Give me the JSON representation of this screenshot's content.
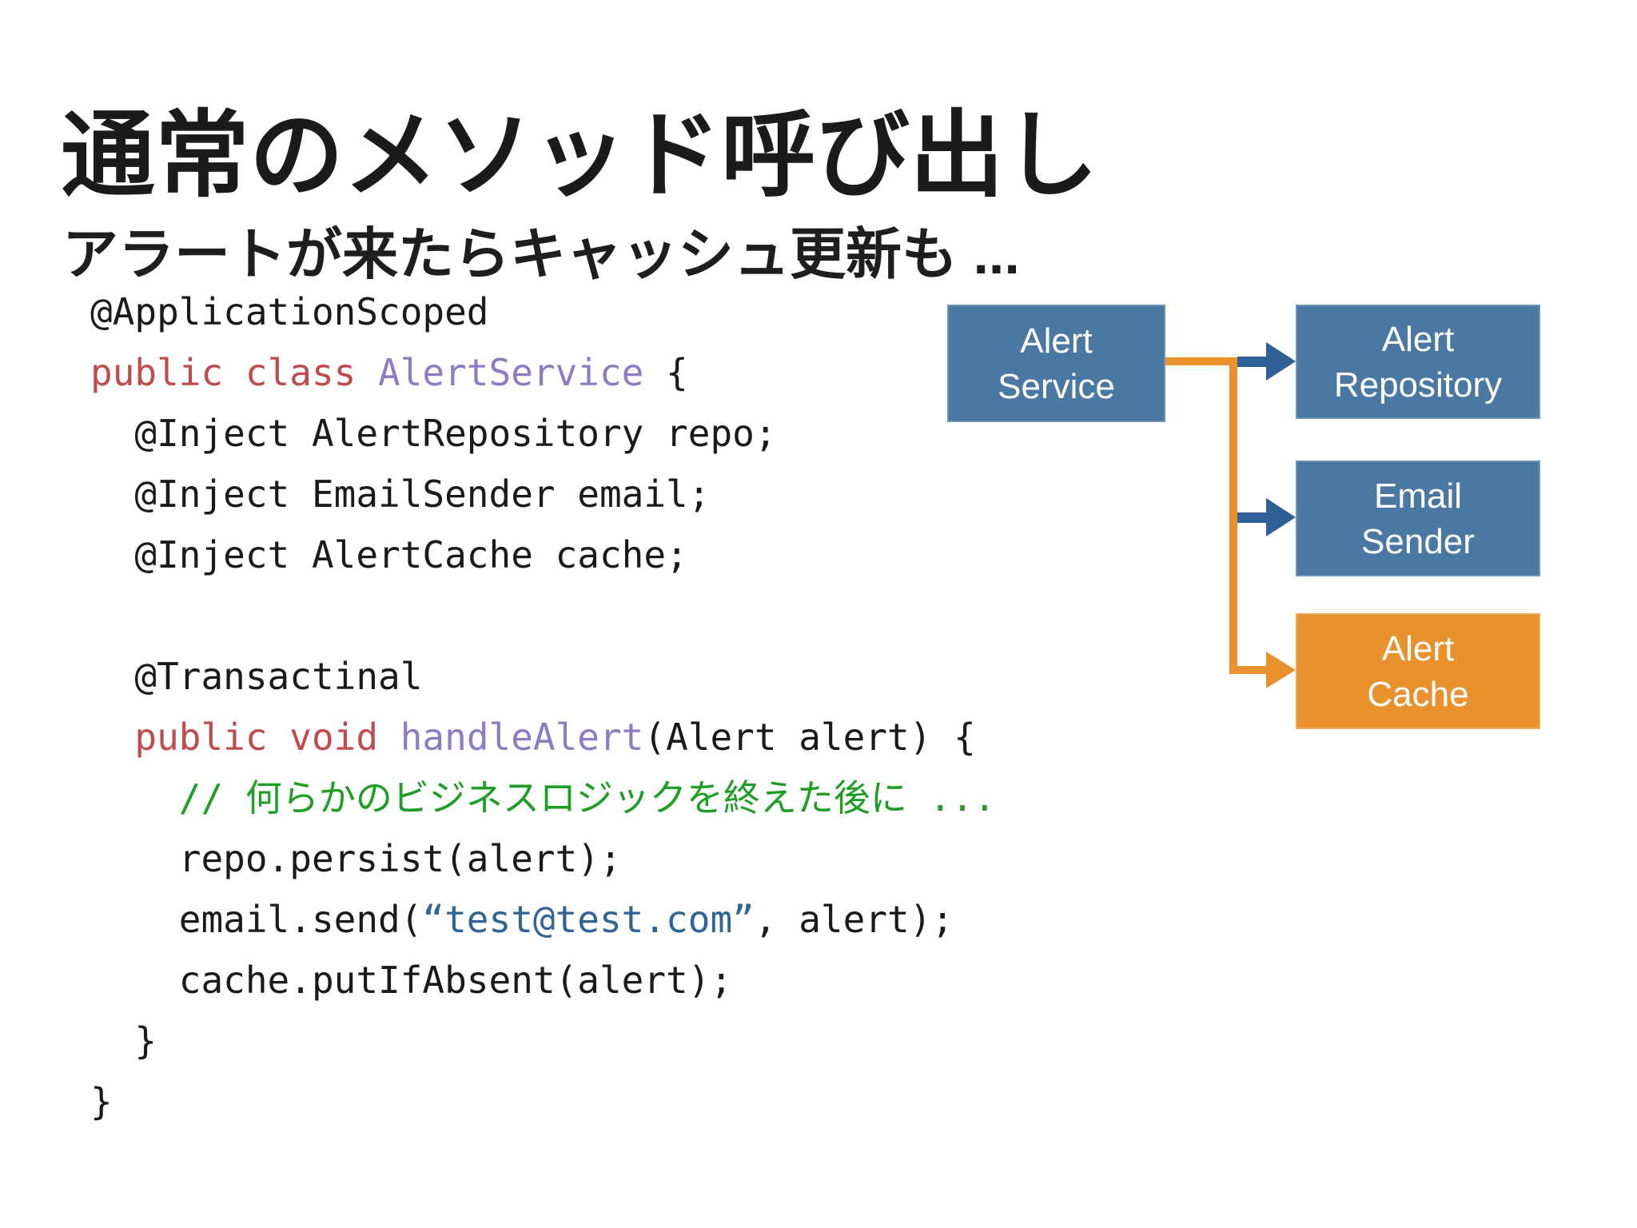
{
  "palette": {
    "background": "#ffffff",
    "title_color": "#1b1b1b",
    "code_default": "#1a1a1a",
    "keyword_red": "#c04b4e",
    "type_purple": "#8e7cc3",
    "comment_green": "#1f9e26",
    "string_blue": "#2e6496",
    "box_blue": "#4a78a3",
    "box_orange": "#e8912d",
    "arrow_blue": "#2e6095",
    "box_text": "#ffffff"
  },
  "header": {
    "title": "通常のメソッド呼び出し",
    "subtitle": "アラートが来たらキャッシュ更新も ..."
  },
  "code": {
    "lines": [
      {
        "tokens": [
          [
            "@ApplicationScoped",
            "d"
          ]
        ]
      },
      {
        "tokens": [
          [
            "public class ",
            "k"
          ],
          [
            "AlertService",
            "t"
          ],
          [
            " {",
            "d"
          ]
        ]
      },
      {
        "tokens": [
          [
            "  @Inject AlertRepository repo;",
            "d"
          ]
        ]
      },
      {
        "tokens": [
          [
            "  @Inject EmailSender email;",
            "d"
          ]
        ]
      },
      {
        "tokens": [
          [
            "  @Inject AlertCache cache;",
            "d"
          ]
        ]
      },
      {
        "tokens": []
      },
      {
        "tokens": [
          [
            "  @Transactinal",
            "d"
          ]
        ]
      },
      {
        "tokens": [
          [
            "  ",
            "d"
          ],
          [
            "public void ",
            "k"
          ],
          [
            "handleAlert",
            "t"
          ],
          [
            "(Alert alert) {",
            "d"
          ]
        ]
      },
      {
        "tokens": [
          [
            "    ",
            "d"
          ],
          [
            "// 何らかのビジネスロジックを終えた後に ...",
            "c"
          ]
        ]
      },
      {
        "tokens": [
          [
            "    repo.persist(alert);",
            "d"
          ]
        ]
      },
      {
        "tokens": [
          [
            "    email.send(",
            "d"
          ],
          [
            "“test@test.com”",
            "s"
          ],
          [
            ", alert);",
            "d"
          ]
        ]
      },
      {
        "tokens": [
          [
            "    cache.putIfAbsent(alert);",
            "d"
          ]
        ]
      },
      {
        "tokens": [
          [
            "  }",
            "d"
          ]
        ]
      },
      {
        "tokens": [
          [
            "}",
            "d"
          ]
        ]
      }
    ]
  },
  "diagram": {
    "nodes": [
      {
        "id": "alert-service",
        "line1": "Alert",
        "line2": "Service",
        "fill": "#4a78a3"
      },
      {
        "id": "alert-repository",
        "line1": "Alert",
        "line2": "Repository",
        "fill": "#4a78a3"
      },
      {
        "id": "email-sender",
        "line1": "Email",
        "line2": "Sender",
        "fill": "#4a78a3"
      },
      {
        "id": "alert-cache",
        "line1": "Alert",
        "line2": "Cache",
        "fill": "#e8912d"
      }
    ],
    "edges": [
      {
        "from": "alert-service",
        "to": "alert-repository",
        "color": "#2e6095"
      },
      {
        "from": "alert-service",
        "to": "email-sender",
        "color": "#2e6095"
      },
      {
        "from": "alert-service",
        "to": "alert-cache",
        "color": "#e8912d"
      }
    ]
  }
}
